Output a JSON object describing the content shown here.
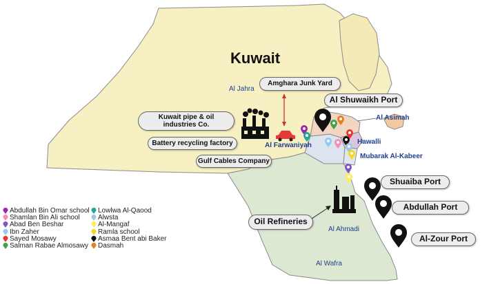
{
  "map": {
    "title": "Kuwait",
    "governorates": {
      "al_jahra": "Al Jahra",
      "al_farwaniyah": "Al Farwaniyah",
      "al_asimah": "Al Asimah",
      "hawalli": "Hawalli",
      "mubarak_al_kabeer": "Mubarak Al-Kabeer",
      "al_ahmadi": "Al Ahmadi",
      "al_wafra": "Al Wafra"
    },
    "sites": {
      "amghara": "Amghara Junk Yard",
      "pipe_oil": "Kuwait pipe & oil industries Co.",
      "battery": "Battery recycling factory",
      "gulf_cables": "Gulf Cables Company",
      "oil_refineries": "Oil Refineries"
    },
    "ports": {
      "shuwaikh": "Al Shuwaikh Port",
      "shuaiba": "Shuaiba Port",
      "abdullah": "Abdullah Port",
      "alzour": "Al-Zour Port"
    },
    "colors": {
      "jahra_region": "#f7f0c3",
      "ahmadi_region": "#dde8d2",
      "farwaniyah_region": "#dce4ef",
      "asimah_region": "#f2d6c2",
      "hawalli_region": "#d9c7df",
      "mubarak_region": "#e0e8ee",
      "island": "#f3eab8",
      "land_border": "#8a8a8a",
      "gov_label": "#1f3f8f"
    }
  },
  "legend": {
    "left": [
      {
        "label": "Abdullah Bin Omar school",
        "color": "#9b27af"
      },
      {
        "label": "Shamlan Bin Ali school",
        "color": "#f48fb1"
      },
      {
        "label": "Abad Ben Beshar",
        "color": "#7e57c2"
      },
      {
        "label": "Ibn Zaher",
        "color": "#90caf9"
      },
      {
        "label": "Sayed Mosawy",
        "color": "#e53935"
      },
      {
        "label": "Salman Rabae Almosawy",
        "color": "#43a047"
      }
    ],
    "right": [
      {
        "label": "Lowlwa Al-Qaood",
        "color": "#26a69a"
      },
      {
        "label": "Alwsta",
        "color": "#9ecae1"
      },
      {
        "label": "Al-Mangaf",
        "color": "#ffee58"
      },
      {
        "label": "Ramla school",
        "color": "#f9d423"
      },
      {
        "label": "Asmaa Bent abi Baker",
        "color": "#111111"
      },
      {
        "label": "Dasmah",
        "color": "#e67e22"
      }
    ]
  }
}
